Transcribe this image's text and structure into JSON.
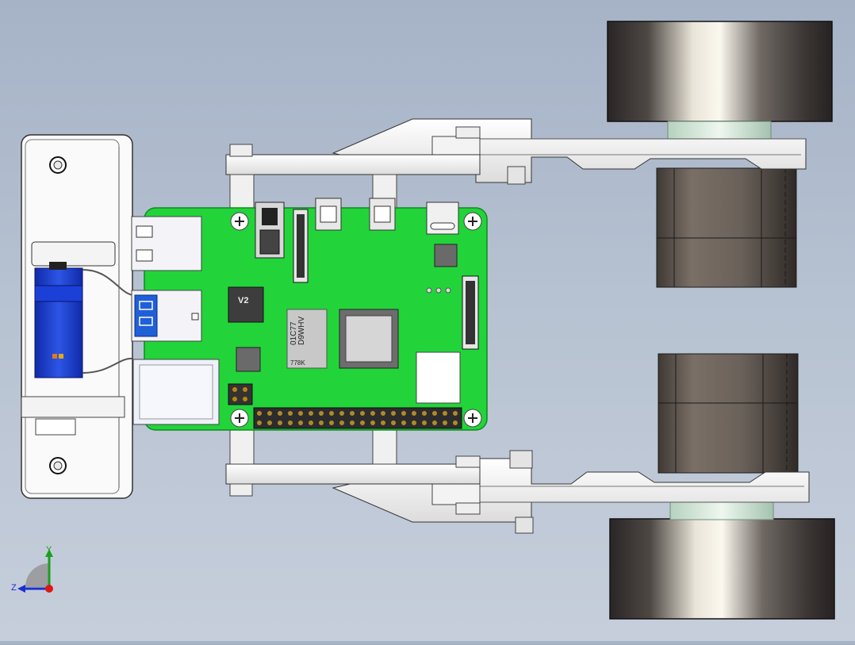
{
  "viewport": {
    "background_top": "#a6b3c7",
    "background_bottom": "#c6cedb"
  },
  "model": {
    "board_color": "#22d43a",
    "board_chip_main": "D9WHV",
    "board_chip_main_line2": "01C77",
    "board_chip_code": "778K",
    "board_logo_chip": "V2",
    "usb_color": "#1f5fd8",
    "servo_color": "#1c3fd0"
  },
  "triad": {
    "y_label": "Y",
    "z_label": "Z",
    "x_color": "#e01616",
    "y_color": "#1aa01a",
    "z_color": "#1a2fd0"
  }
}
